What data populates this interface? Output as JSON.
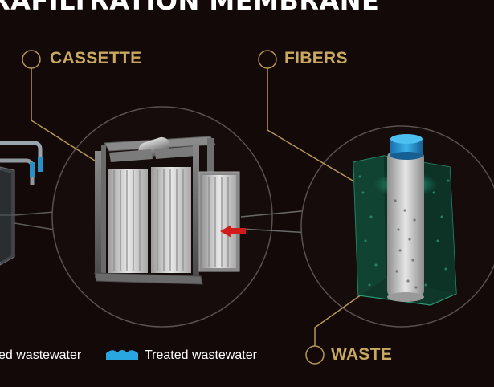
{
  "title": "RAFILTRATION MEMBRANE",
  "callouts": {
    "cassette": "CASSETTE",
    "fibers": "FIBERS",
    "waste": "WASTE"
  },
  "legend": {
    "untreated_label": "ed wastewater",
    "treated_label": "Treated wastewater"
  },
  "colors": {
    "background": "#130909",
    "accent_gold": "#c9a860",
    "treated_water": "#29a6e0",
    "fiber_glow": "#2ad8b0",
    "flow_arrow": "#d11a1a"
  },
  "icons": [
    "cassette-illustration",
    "fiber-tank-illustration",
    "tank-illustration",
    "flow-arrow-icon",
    "treated-water-icon"
  ]
}
